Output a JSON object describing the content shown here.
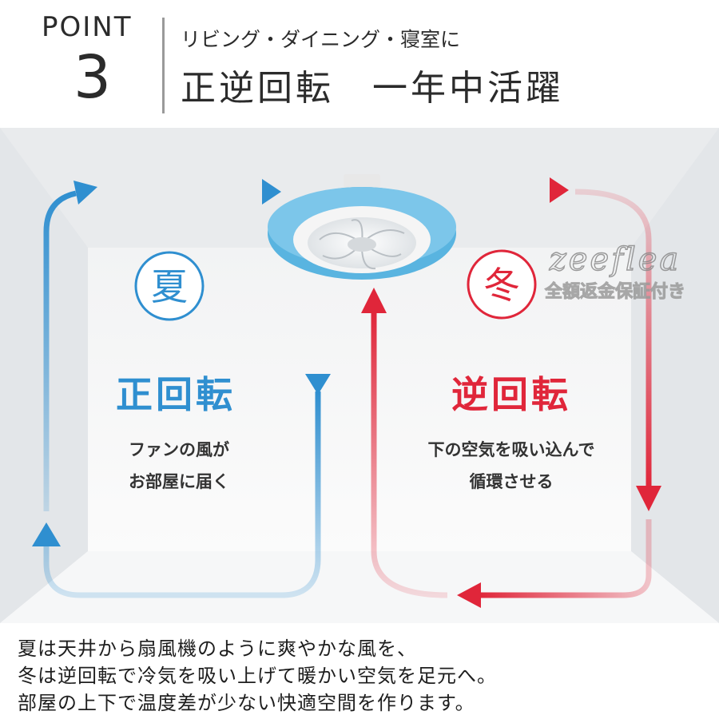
{
  "header": {
    "point_label": "POINT",
    "point_number": "3",
    "subtitle": "リビング・ダイニング・寝室に",
    "headline": "正逆回転　一年中活躍"
  },
  "summer": {
    "season": "夏",
    "mode": "正回転",
    "desc_line1": "ファンの風が",
    "desc_line2": "お部屋に届く",
    "color": "#2f8fd0"
  },
  "winter": {
    "season": "冬",
    "mode": "逆回転",
    "desc_line1": "下の空気を吸い込んで",
    "desc_line2": "循環させる",
    "color": "#e0263a"
  },
  "watermark": {
    "brand": "zeeflea",
    "tagline": "全額返金保証付き"
  },
  "footer": {
    "line1": "夏は天井から扇風機のように爽やかな風を、",
    "line2": "冬は逆回転で冷気を吸い上げて暖かい空気を足元へ。",
    "line3": "部屋の上下で温度差が少ない快適空間を作ります。"
  },
  "colors": {
    "fan_body": "#59b4e0",
    "fan_inner": "#f2f2f2"
  }
}
